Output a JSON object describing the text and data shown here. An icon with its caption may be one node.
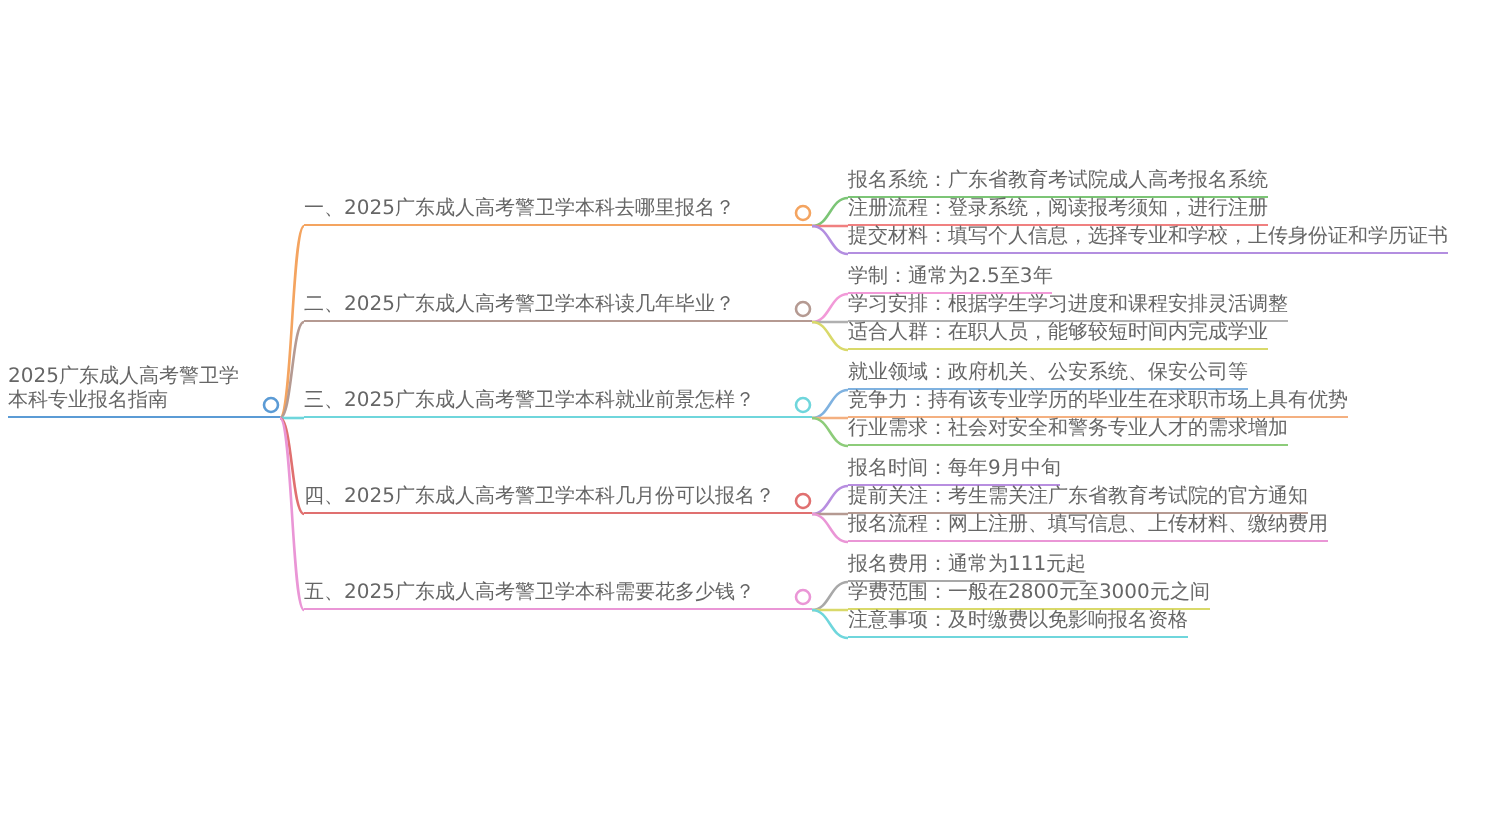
{
  "diagram": {
    "nodes": [
      {
        "text": [
          "2025广东成人高考警卫学本科专业报名指南"
        ]
      },
      {
        "text": [
          "一、2025广东成人高考警卫学本科去哪里报名？"
        ]
      },
      {
        "text": [
          "二、2025广东成人高考警卫学本科读几年毕业？"
        ]
      },
      {
        "text": [
          "三、2025广东成人高考警卫学本科就业前景怎样？"
        ]
      },
      {
        "text": [
          "四、2025广东成人高考警卫学本科几月份可以报名？"
        ]
      },
      {
        "text": [
          "五、2025广东成人高考警卫学本科需要花多少钱？"
        ]
      },
      {
        "text": [
          "报名系统：广东省教育考试院成人高考报名系统"
        ]
      },
      {
        "text": [
          "注册流程：登录系统，阅读报考须知，进行注册"
        ]
      },
      {
        "text": [
          "提交材料：填写个人信息，选择专业和学校，上传身份证和学历证书"
        ]
      },
      {
        "text": [
          "学制：通常为2.5至3年"
        ]
      },
      {
        "text": [
          "学习安排：根据学生学习进度和课程安排灵活调整"
        ]
      },
      {
        "text": [
          "适合人群：在职人员，能够较短时间内完成学业"
        ]
      },
      {
        "text": [
          "就业领域：政府机关、公安系统、保安公司等"
        ]
      },
      {
        "text": [
          "竞争力：持有该专业学历的毕业生在求职市场上具有优势"
        ]
      },
      {
        "text": [
          "行业需求：社会对安全和警务专业人才的需求增加"
        ]
      },
      {
        "text": [
          "报名时间：每年9月中旬"
        ]
      },
      {
        "text": [
          "提前关注：考生需关注广东省教育考试院的官方通知"
        ]
      },
      {
        "text": [
          "报名流程：网上注册、填写信息、上传材料、缴纳费用"
        ]
      },
      {
        "text": [
          "报名费用：通常为111元起"
        ]
      },
      {
        "text": [
          "学费范围：一般在2800元至3000元之间"
        ]
      },
      {
        "text": [
          "注意事项：及时缴费以免影响报名资格"
        ]
      }
    ],
    "edges": [
      {
        "from": 0,
        "to": 1,
        "arrow": "none",
        "color": "#f4a460"
      },
      {
        "from": 0,
        "to": 2,
        "arrow": "none",
        "color": "#b59a92"
      },
      {
        "from": 0,
        "to": 3,
        "arrow": "none",
        "color": "#6fd6dc"
      },
      {
        "from": 0,
        "to": 4,
        "arrow": "none",
        "color": "#e07070"
      },
      {
        "from": 0,
        "to": 5,
        "arrow": "none",
        "color": "#ea96d6"
      },
      {
        "from": 1,
        "to": 6,
        "arrow": "none",
        "color": "#7cc576"
      },
      {
        "from": 1,
        "to": 7,
        "arrow": "none",
        "color": "#f08080"
      },
      {
        "from": 1,
        "to": 8,
        "arrow": "none",
        "color": "#b38ee0"
      },
      {
        "from": 2,
        "to": 9,
        "arrow": "none",
        "color": "#f29ad8"
      },
      {
        "from": 2,
        "to": 10,
        "arrow": "none",
        "color": "#b0b0b0"
      },
      {
        "from": 2,
        "to": 11,
        "arrow": "none",
        "color": "#d9d96a"
      },
      {
        "from": 3,
        "to": 12,
        "arrow": "none",
        "color": "#7fb2e0"
      },
      {
        "from": 3,
        "to": 13,
        "arrow": "none",
        "color": "#f4b080"
      },
      {
        "from": 3,
        "to": 14,
        "arrow": "none",
        "color": "#8dcc7a"
      },
      {
        "from": 4,
        "to": 15,
        "arrow": "none",
        "color": "#b88ee0"
      },
      {
        "from": 4,
        "to": 16,
        "arrow": "none",
        "color": "#b59a92"
      },
      {
        "from": 4,
        "to": 17,
        "arrow": "none",
        "color": "#ea96d6"
      },
      {
        "from": 5,
        "to": 18,
        "arrow": "none",
        "color": "#a8a8a8"
      },
      {
        "from": 5,
        "to": 19,
        "arrow": "none",
        "color": "#d9d96a"
      },
      {
        "from": 5,
        "to": 20,
        "arrow": "none",
        "color": "#6fd6dc"
      }
    ]
  }
}
